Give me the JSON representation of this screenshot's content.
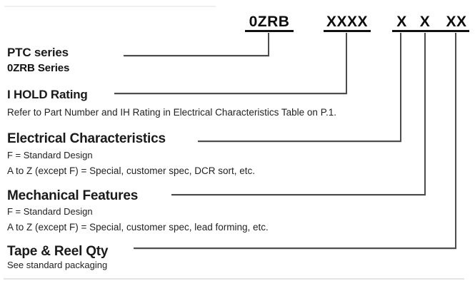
{
  "part_number": {
    "segments": [
      "0ZRB",
      "XXXX",
      "X",
      "X",
      "XX"
    ]
  },
  "sections": [
    {
      "title": "PTC series",
      "details": [
        "0ZRB Series"
      ]
    },
    {
      "title": "I HOLD Rating",
      "details": [
        "Refer to Part Number and IH Rating in Electrical Characteristics Table on P.1."
      ]
    },
    {
      "title": "Electrical Characteristics",
      "details": [
        "F = Standard Design",
        "A to Z (except F) = Special, customer spec, DCR sort, etc."
      ]
    },
    {
      "title": "Mechanical Features",
      "details": [
        "F = Standard Design",
        "A to Z (except F) = Special, customer spec, lead forming, etc."
      ]
    },
    {
      "title": "Tape & Reel Qty",
      "details": [
        "See standard packaging"
      ]
    }
  ],
  "colors": {
    "background": "#ffffff",
    "text": "#1a1a1a",
    "connector_line": "#4d4d4d",
    "segment_underline": "#111111",
    "bottom_divider": "#e4e4e4"
  }
}
